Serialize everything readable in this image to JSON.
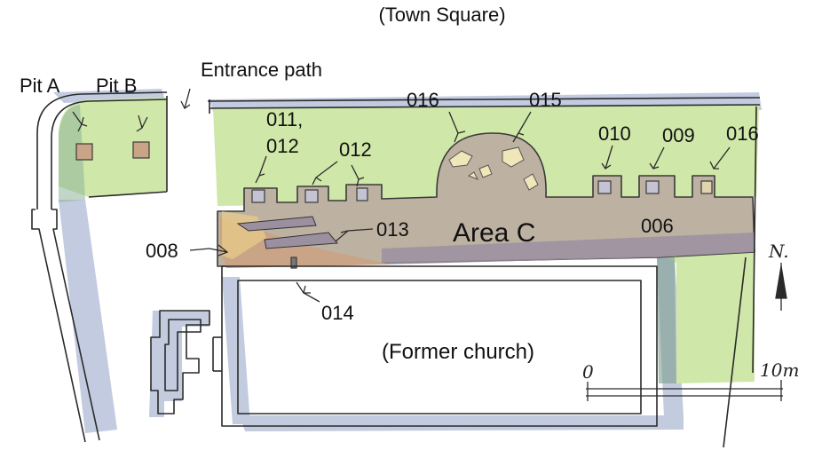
{
  "labels": {
    "town_square": "(Town Square)",
    "entrance_path": "Entrance path",
    "pit_a": "Pit A",
    "pit_b": "Pit B",
    "f016_top": "016",
    "f015": "015",
    "f011_012_line1": "011,",
    "f011_012_line2": "012",
    "f012": "012",
    "f010": "010",
    "f009": "009",
    "f016_right": "016",
    "f013": "013",
    "f008": "008",
    "area_c": "Area C",
    "f006": "006",
    "f014": "014",
    "former_church": "(Former church)",
    "north": "N.",
    "scale_zero": "0",
    "scale_max": "10m"
  },
  "colors": {
    "grass": "#cfe7a8",
    "trench": "#bdb1a1",
    "trench_dark": "#9b90a0",
    "shadow": "#b9c2da",
    "rubble": "#c9a487",
    "stone": "#f1e6b9",
    "ink": "#2a2a2a"
  }
}
